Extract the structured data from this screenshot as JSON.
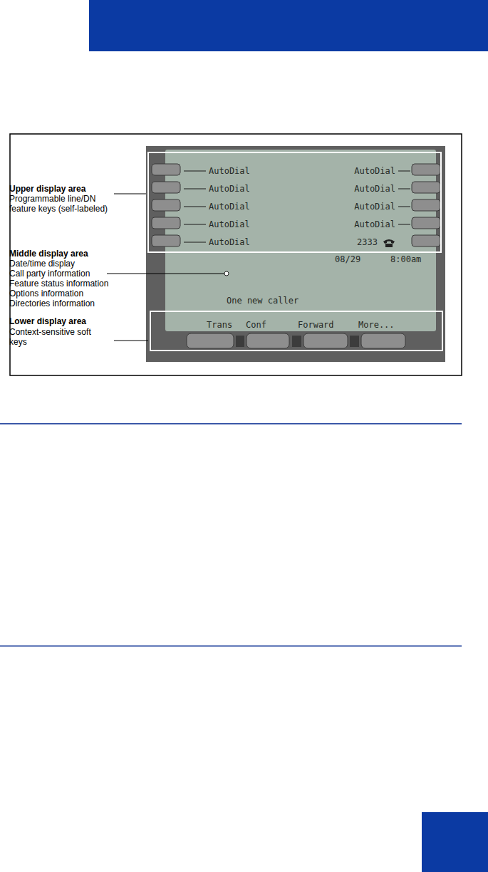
{
  "diagram": {
    "nodes": [
      {
        "text": [
          "AutoDial",
          "AutoDial",
          "AutoDial",
          "AutoDial",
          "AutoDial",
          "AutoDial",
          "AutoDial",
          "AutoDial",
          "AutoDial",
          "2333"
        ]
      },
      {
        "text": [
          "Trans",
          "Conf",
          "Forward",
          "More..."
        ]
      }
    ],
    "labels": [
      "Upper display area",
      "Programmable line/DN feature keys (self-labeled)",
      "Middle display area",
      "Date/time display",
      "Call party information",
      "Feature status information",
      "Options information",
      "Directories information",
      "Lower display area",
      "Context-sensitive soft keys",
      "08/29",
      "8:00am",
      "One new caller"
    ]
  }
}
